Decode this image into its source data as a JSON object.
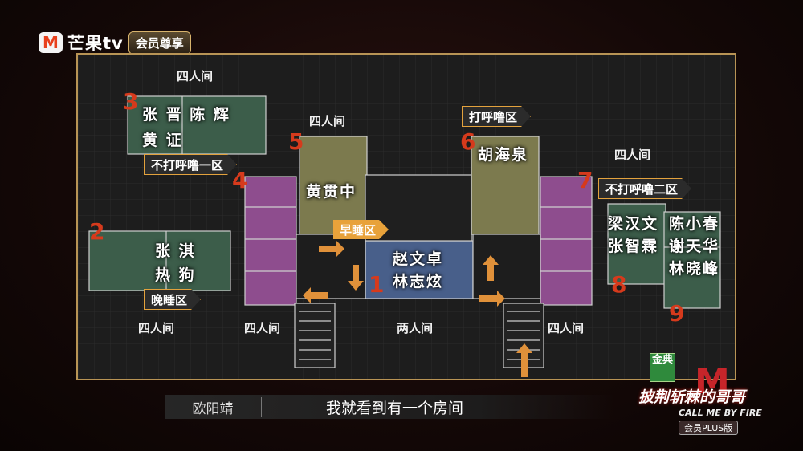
{
  "logo": {
    "mark": "M",
    "brand": "芒果tv",
    "member": "会员尊享"
  },
  "floorplan": {
    "capacity_labels": [
      "四人间",
      "四人间",
      "四人间",
      "四人间",
      "四人间",
      "两人间",
      "四人间"
    ],
    "room_numbers": [
      "1",
      "2",
      "3",
      "4",
      "5",
      "6",
      "7",
      "8",
      "9"
    ],
    "room3_names": [
      "张 晋 陈 辉",
      "黄 证"
    ],
    "room2_names": [
      "张 淇",
      "热 狗"
    ],
    "room5_names": [
      "黄贯中"
    ],
    "room6_names": [
      "胡海泉"
    ],
    "room1_names": [
      "赵文卓",
      "林志炫"
    ],
    "room8_names": [
      "梁汉文",
      "张智霖"
    ],
    "room9_names": [
      "陈小春",
      "谢天华",
      "林晓峰"
    ],
    "zone_tags": {
      "no_snore_1": "不打呼噜一区",
      "late_sleep": "晚睡区",
      "snore": "打呼噜区",
      "early_sleep": "早睡区",
      "no_snore_2": "不打呼噜二区"
    }
  },
  "subtitle": {
    "speaker": "欧阳靖",
    "text": "我就看到有一个房间"
  },
  "show": {
    "badge": "金典",
    "title": "披荆斩棘的哥哥",
    "english": "CALL ME BY FIRE",
    "plus": "会员PLUS版"
  }
}
